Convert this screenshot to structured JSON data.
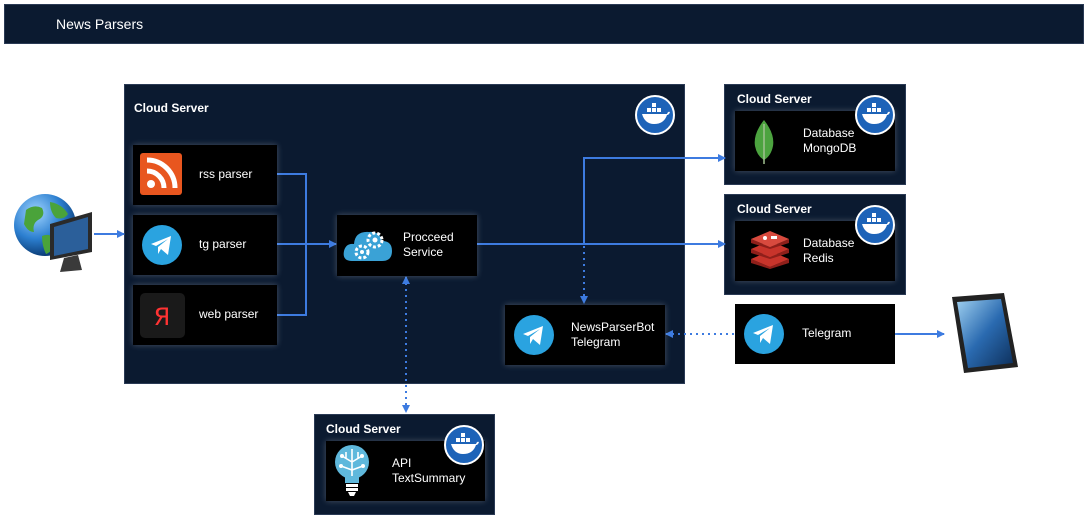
{
  "header": {
    "title": "News Parsers"
  },
  "cloud_main": {
    "label": "Cloud Server"
  },
  "cloud_mongo": {
    "label": "Cloud Server"
  },
  "cloud_redis": {
    "label": "Cloud Server"
  },
  "cloud_api": {
    "label": "Cloud Server"
  },
  "nodes": {
    "rss": {
      "label": "rss parser"
    },
    "tg": {
      "label": "tg parser"
    },
    "web": {
      "label": "web parser"
    },
    "proceed": {
      "line1": "Procceed",
      "line2": "Service"
    },
    "bot": {
      "line1": "NewsParserBot",
      "line2": "Telegram"
    },
    "mongo": {
      "line1": "Database",
      "line2": "MongoDB"
    },
    "redis": {
      "line1": "Database",
      "line2": "Redis"
    },
    "telegram": {
      "label": "Telegram"
    },
    "api": {
      "line1": "API",
      "line2": "TextSummary"
    }
  },
  "colors": {
    "panel": "#0b1a30",
    "node": "#000000",
    "arrow": "#3d7be0",
    "docker": "#1d63b8",
    "telegram": "#2aa3e0",
    "rss": "#e8561f",
    "yandex": "#ff3333",
    "mongo": "#4ca33f",
    "redis": "#c8342b"
  },
  "icons": [
    "globe-computer-icon",
    "rss-icon",
    "telegram-icon",
    "yandex-icon",
    "gears-cloud-icon",
    "mongodb-leaf-icon",
    "redis-icon",
    "brain-bulb-icon",
    "docker-whale-icon",
    "tablet-icon"
  ]
}
